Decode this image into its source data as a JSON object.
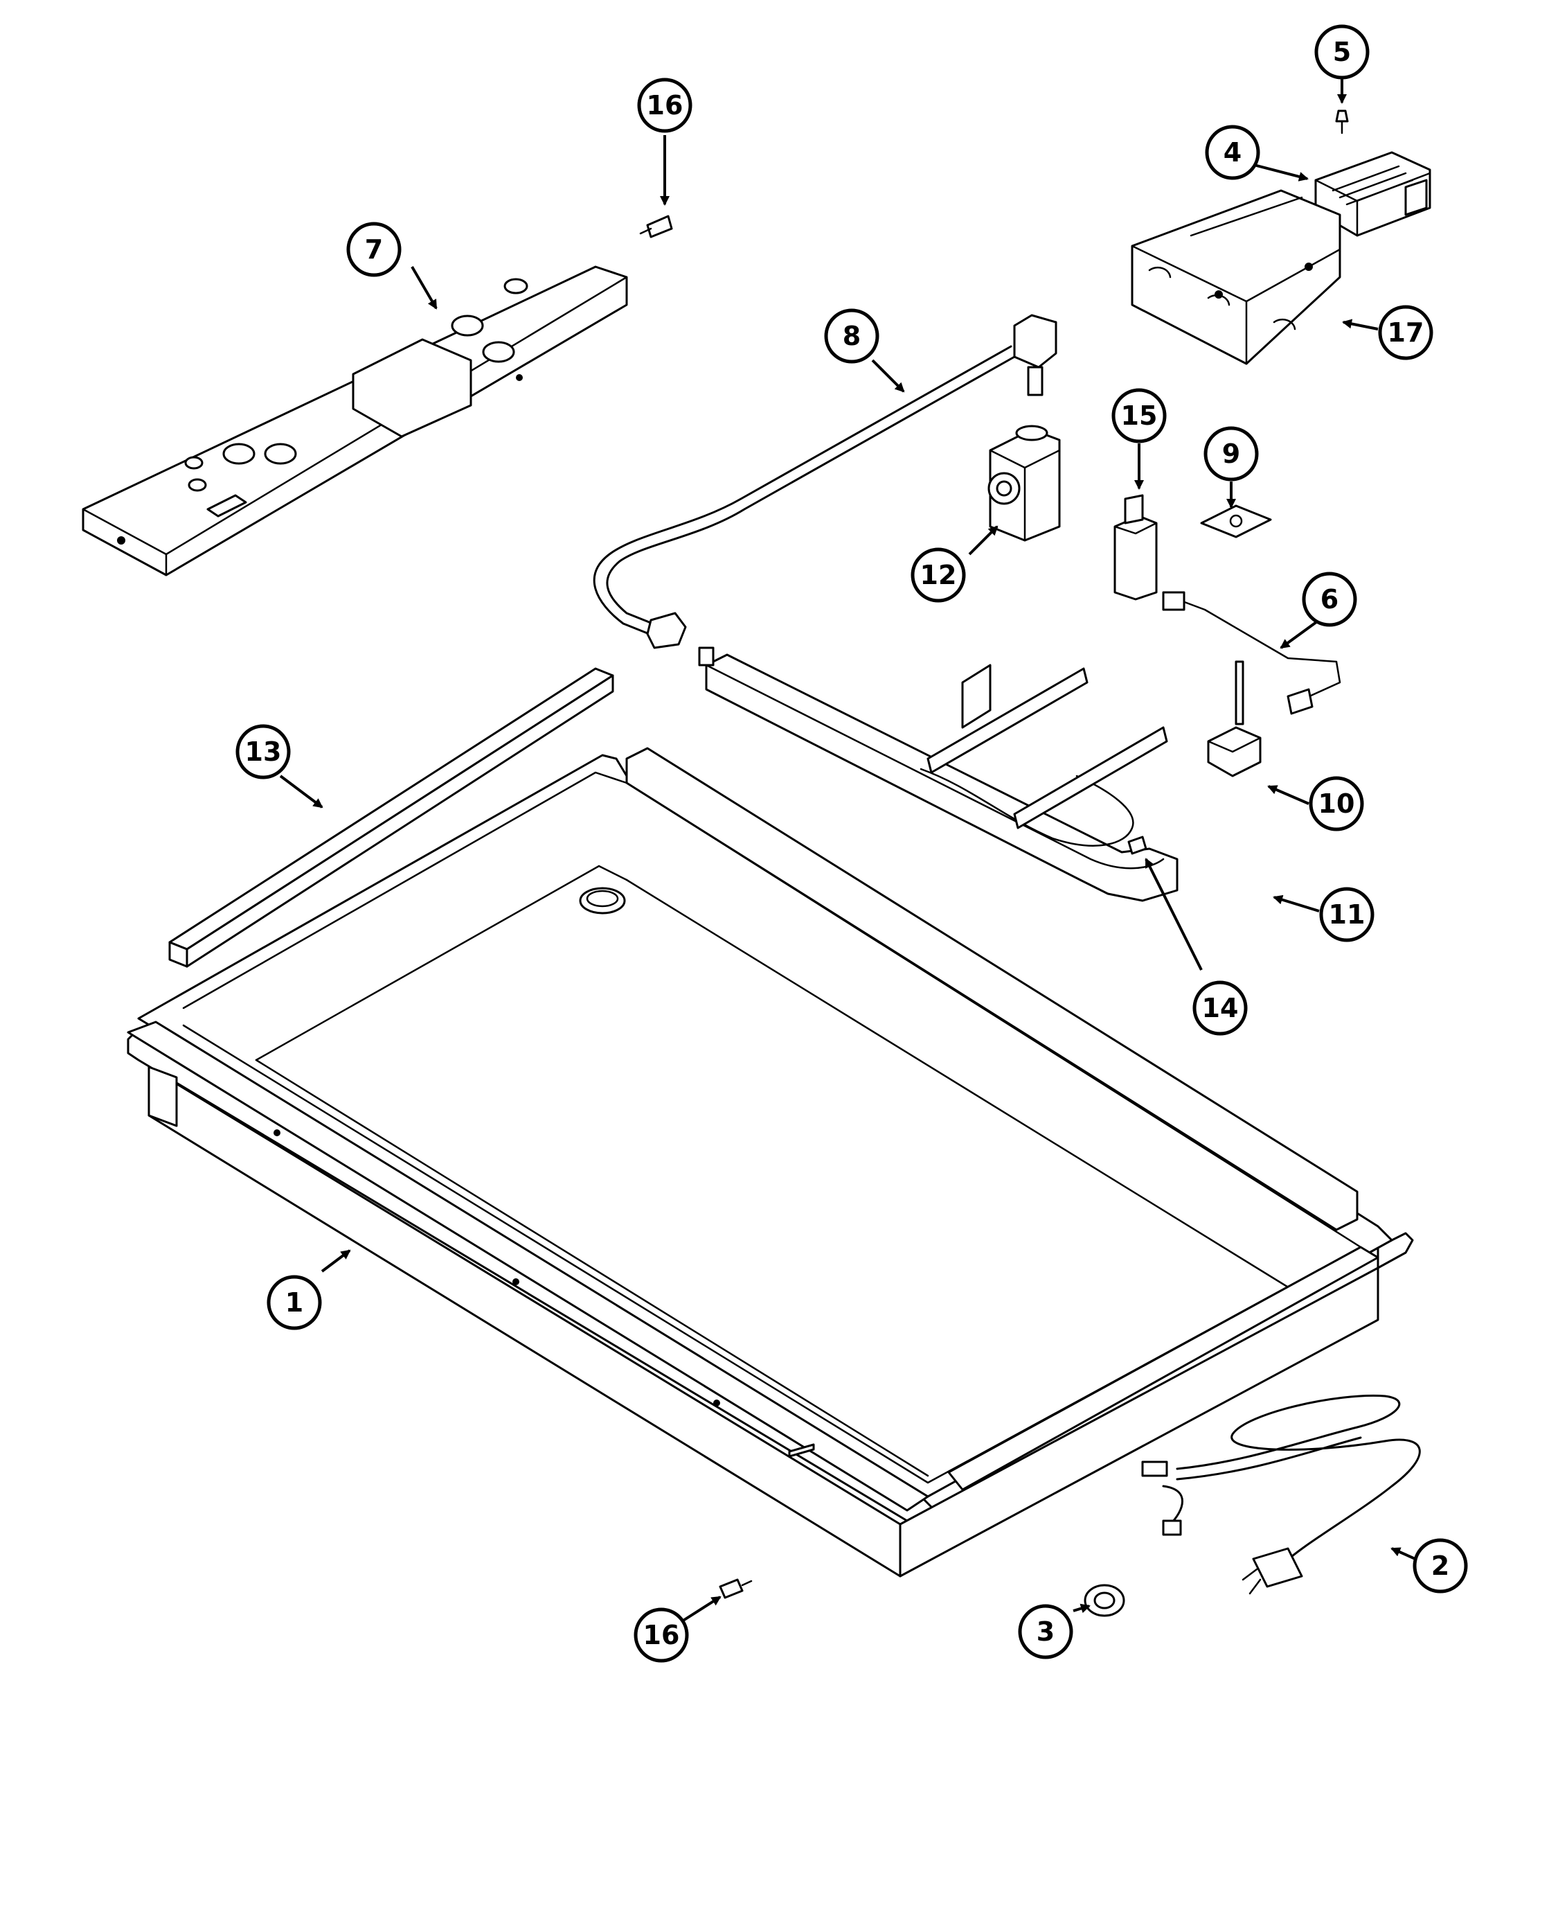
{
  "callouts": {
    "c1": {
      "label": "1"
    },
    "c2": {
      "label": "2"
    },
    "c3": {
      "label": "3"
    },
    "c4": {
      "label": "4"
    },
    "c5": {
      "label": "5"
    },
    "c6": {
      "label": "6"
    },
    "c7": {
      "label": "7"
    },
    "c8": {
      "label": "8"
    },
    "c9": {
      "label": "9"
    },
    "c10": {
      "label": "10"
    },
    "c11": {
      "label": "11"
    },
    "c12": {
      "label": "12"
    },
    "c13": {
      "label": "13"
    },
    "c14": {
      "label": "14"
    },
    "c15": {
      "label": "15"
    },
    "c16a": {
      "label": "16"
    },
    "c16b": {
      "label": "16"
    },
    "c17": {
      "label": "17"
    }
  }
}
